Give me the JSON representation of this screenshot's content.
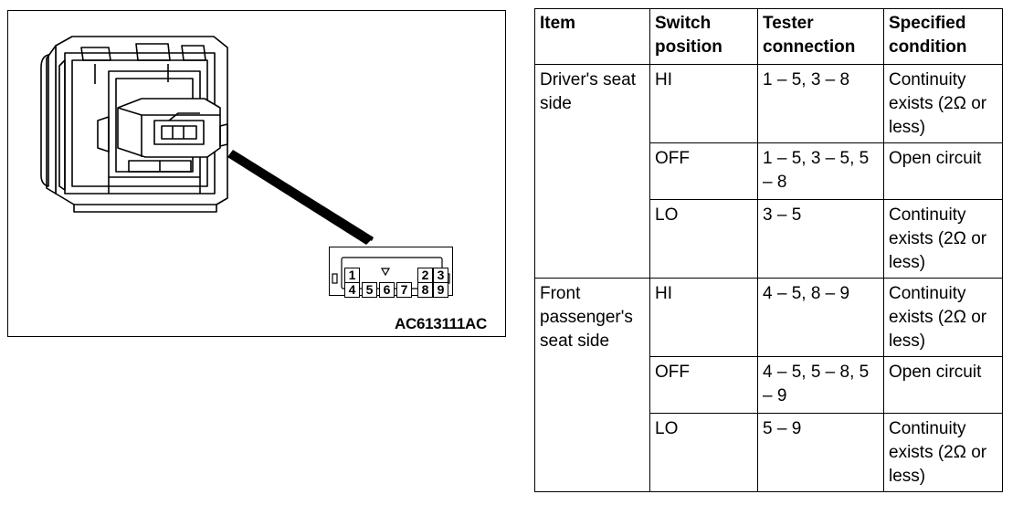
{
  "figure": {
    "code": "AC613111AC",
    "pins_top": [
      "1",
      "2",
      "3"
    ],
    "pins_bottom": [
      "4",
      "5",
      "6",
      "7",
      "8",
      "9"
    ]
  },
  "table": {
    "headers": [
      "Item",
      "Switch position",
      "Tester connection",
      "Specified condition"
    ],
    "groups": [
      {
        "item": "Driver's seat side",
        "rows": [
          {
            "position": "HI",
            "connection": "1 – 5, 3 – 8",
            "condition": "Continuity exists (2Ω or less)"
          },
          {
            "position": "OFF",
            "connection": "1 – 5, 3 – 5, 5 – 8",
            "condition": "Open circuit"
          },
          {
            "position": "LO",
            "connection": "3 – 5",
            "condition": "Continuity exists (2Ω or less)"
          }
        ]
      },
      {
        "item": "Front passenger's seat side",
        "rows": [
          {
            "position": "HI",
            "connection": "4 – 5, 8 – 9",
            "condition": "Continuity exists (2Ω or less)"
          },
          {
            "position": "OFF",
            "connection": "4 – 5, 5 – 8, 5 – 9",
            "condition": "Open circuit"
          },
          {
            "position": "LO",
            "connection": "5 – 9",
            "condition": "Continuity exists (2Ω or less)"
          }
        ]
      }
    ]
  }
}
